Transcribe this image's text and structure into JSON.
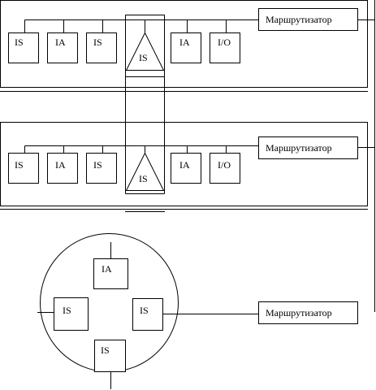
{
  "segment_top": {
    "nodes": [
      "IS",
      "IA",
      "IS",
      "IS",
      "IA",
      "I/O"
    ],
    "router": "Маршрутизатор"
  },
  "segment_middle": {
    "nodes": [
      "IS",
      "IA",
      "IS",
      "IS",
      "IA",
      "I/O"
    ],
    "router": "Маршрутизатор"
  },
  "ring": {
    "nodes": [
      "IA",
      "IS",
      "IS",
      "IS"
    ],
    "router": "Маршрутизатор"
  }
}
